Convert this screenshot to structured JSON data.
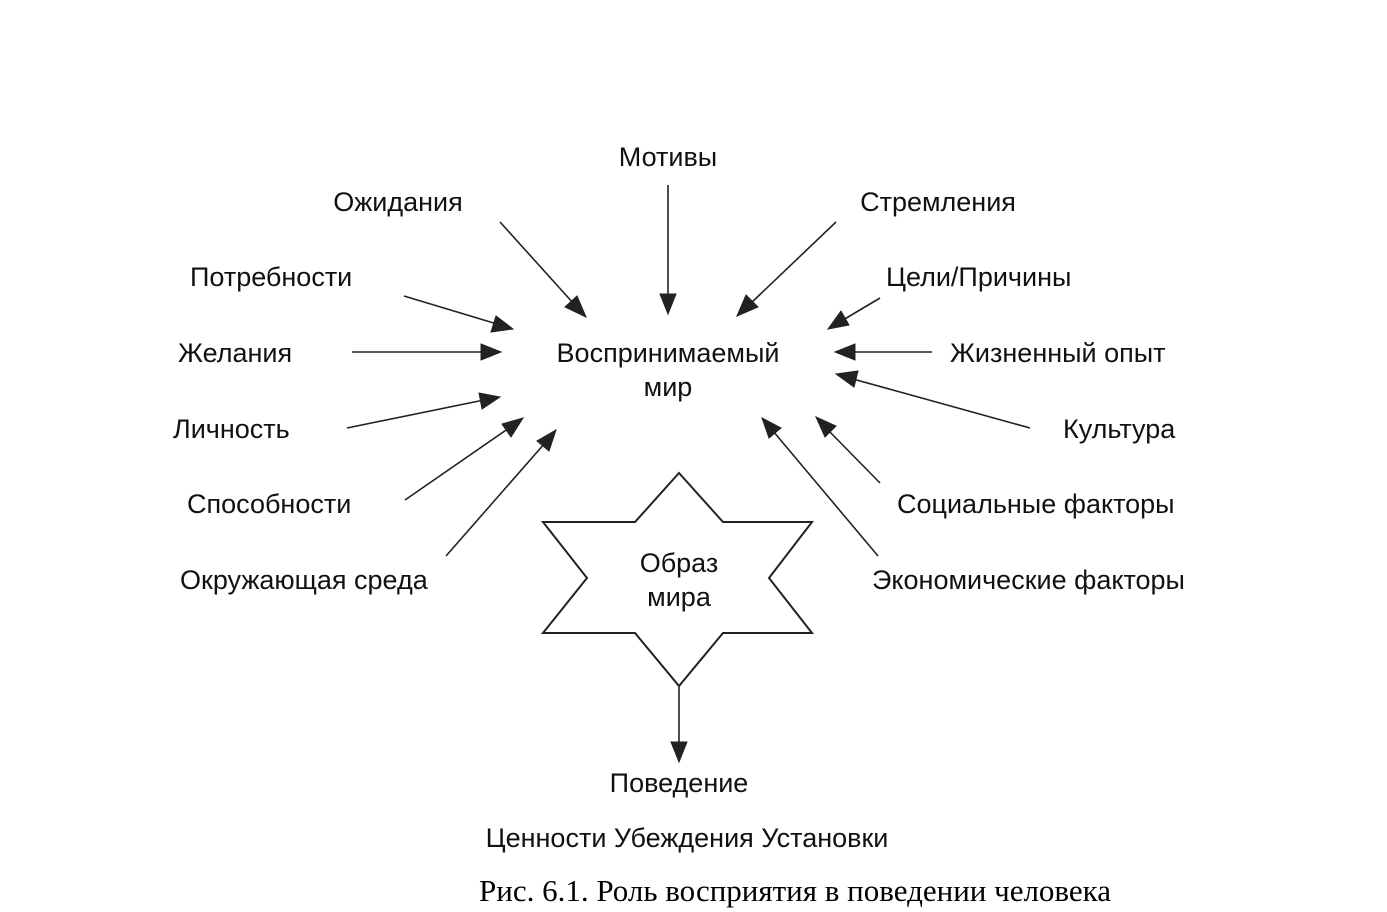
{
  "center": {
    "line1": "Воспринимаемый",
    "line2": "мир"
  },
  "factors": {
    "motives": "Мотивы",
    "expectations": "Ожидания",
    "aspirations": "Стремления",
    "needs": "Потребности",
    "goals": "Цели/Причины",
    "desires": "Желания",
    "life_experience": "Жизненный опыт",
    "personality": "Личность",
    "culture": "Культура",
    "abilities": "Способности",
    "social": "Социальные факторы",
    "environment": "Окружающая среда",
    "economic": "Экономические факторы"
  },
  "image": {
    "line1": "Образ",
    "line2": "мира"
  },
  "behavior": "Поведение",
  "values_line": "Ценности Убеждения Установки",
  "caption": "Рис. 6.1. Роль восприятия в поведении человека"
}
